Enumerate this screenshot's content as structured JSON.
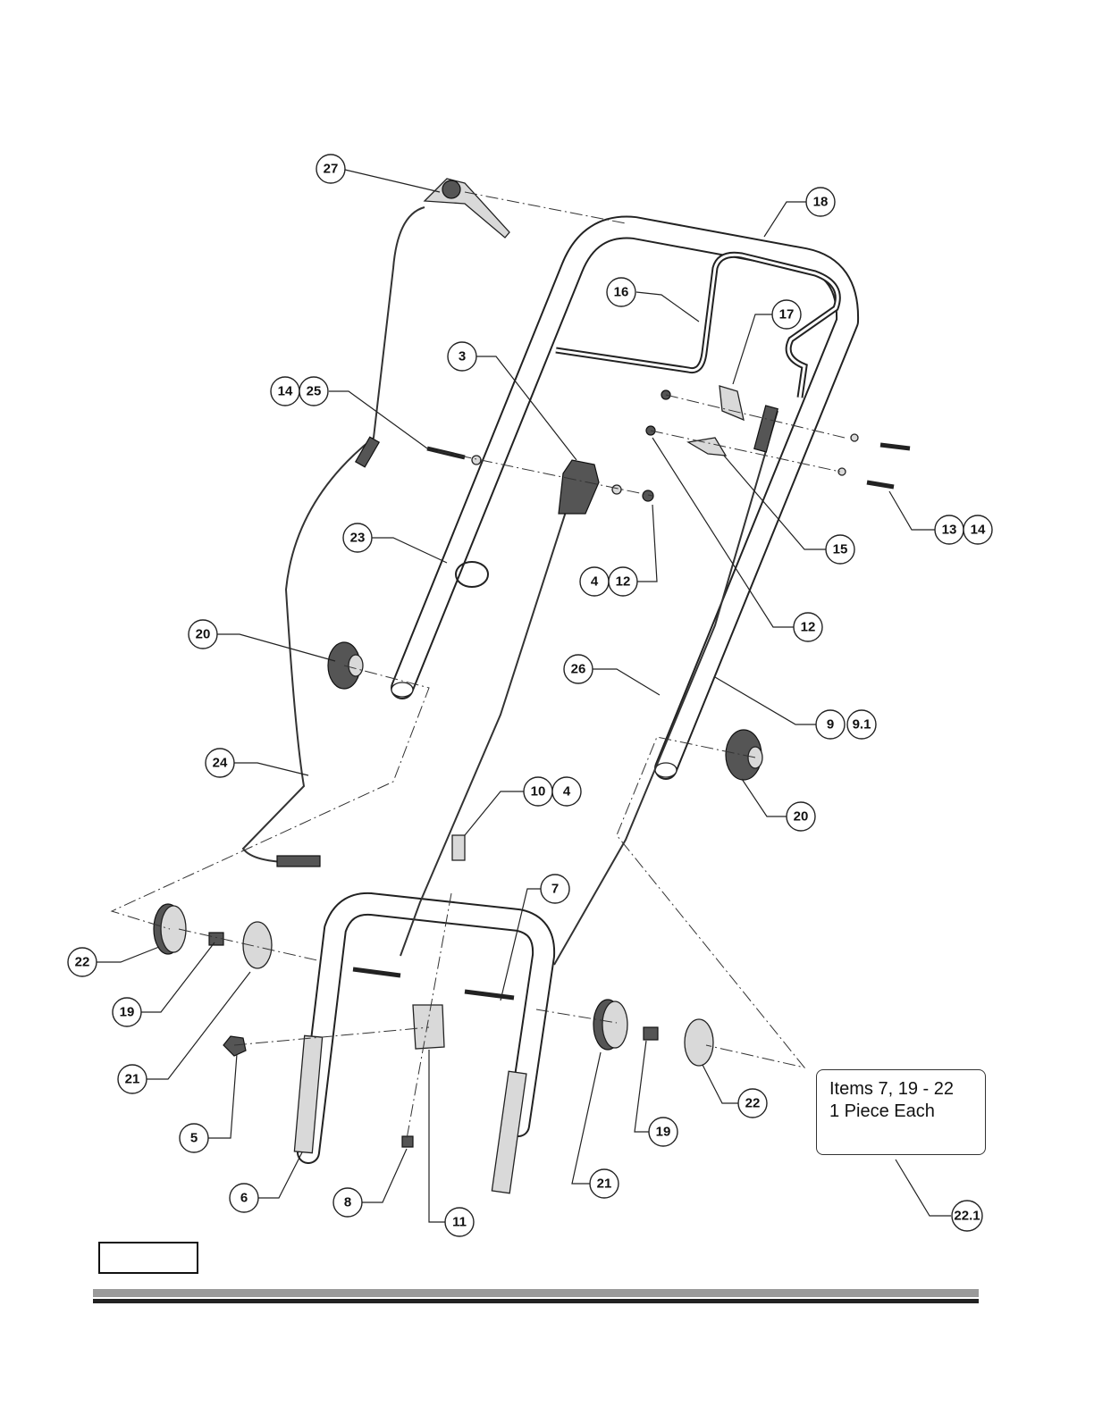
{
  "callouts": {
    "c27": "27",
    "c18": "18",
    "c16": "16",
    "c17": "17",
    "c3": "3",
    "c14a": "14",
    "c25": "25",
    "c23": "23",
    "c4a": "4",
    "c12a": "12",
    "c15": "15",
    "c13": "13",
    "c14b": "14",
    "c12b": "12",
    "c20a": "20",
    "c26": "26",
    "c9": "9",
    "c91": "9.1",
    "c24": "24",
    "c10": "10",
    "c4b": "4",
    "c20b": "20",
    "c7": "7",
    "c22a": "22",
    "c19a": "19",
    "c21a": "21",
    "c5": "5",
    "c6": "6",
    "c8": "8",
    "c11": "11",
    "c21b": "21",
    "c19b": "19",
    "c22b": "22",
    "c221": "22.1"
  },
  "note": {
    "line1": "Items 7, 19 - 22",
    "line2": "1 Piece Each"
  }
}
